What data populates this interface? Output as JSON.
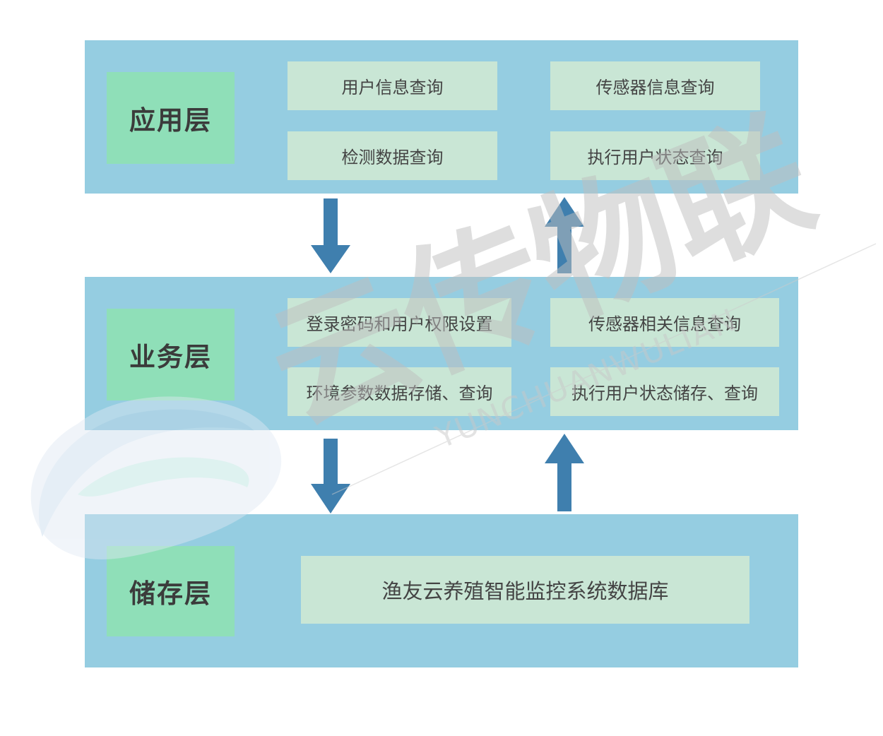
{
  "colors": {
    "layer_bg": "#95cde1",
    "label_bg": "#8fdfb8",
    "box_bg": "#c9e6d5",
    "arrow": "#3f7fae",
    "text": "#444444"
  },
  "layers": {
    "application": {
      "label": "应用层",
      "items": [
        "用户信息查询",
        "传感器信息查询",
        "检测数据查询",
        "执行用户状态查询"
      ]
    },
    "business": {
      "label": "业务层",
      "items": [
        "登录密码和用户权限设置",
        "传感器相关信息查询",
        "环境参数数据存储、查询",
        "执行用户状态储存、查询"
      ]
    },
    "storage": {
      "label": "储存层",
      "database": "渔友云养殖智能监控系统数据库"
    }
  },
  "arrows": [
    {
      "from": "application",
      "to": "business",
      "icon": "arrow-down-icon"
    },
    {
      "from": "business",
      "to": "application",
      "icon": "arrow-up-icon"
    },
    {
      "from": "business",
      "to": "storage",
      "icon": "arrow-down-icon"
    },
    {
      "from": "storage",
      "to": "business",
      "icon": "arrow-up-icon"
    }
  ],
  "watermark": {
    "text": "云传物联",
    "subtext": "YUNCHUANWULIAN",
    "icon": "cloud-logo-icon"
  }
}
